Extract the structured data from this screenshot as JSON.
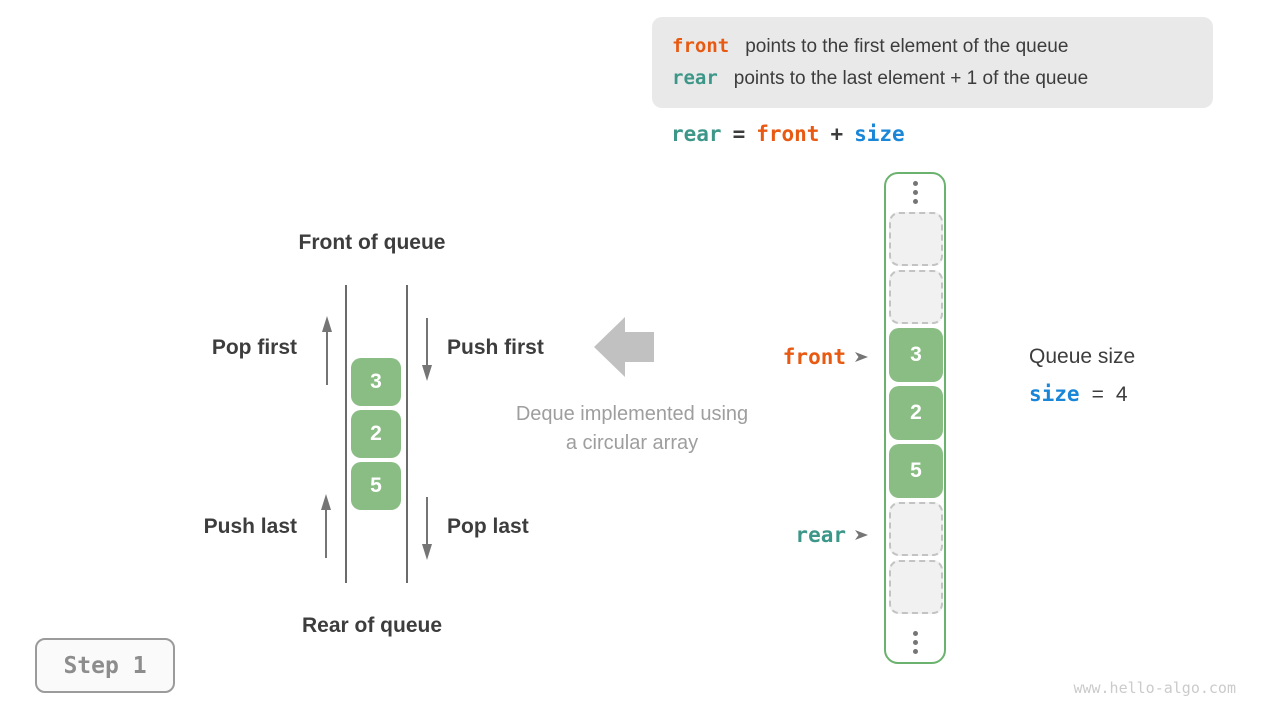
{
  "colors": {
    "front_orange": "#e85a12",
    "rear_teal": "#3d9789",
    "size_blue": "#1986d8",
    "cell_green": "#8abd84",
    "array_border_green": "#6cb26f",
    "text_dark": "#3d3d3d",
    "caption_gray": "#9e9e9e",
    "legend_bg": "#e9e9e9",
    "block_arrow_gray": "#c1c1c1"
  },
  "icons": {
    "pointer_arrowhead": "➤",
    "vertical_ellipsis": "⋮",
    "up_arrow": "↑",
    "down_arrow": "↓",
    "left_block_arrow": "⬅"
  },
  "legend_box": {
    "lines": [
      {
        "code": "front",
        "text": "points to the first element of the queue"
      },
      {
        "code": "rear",
        "text": "points to the last element + 1 of the queue"
      }
    ]
  },
  "formula": {
    "lhs": "rear",
    "eq": "=",
    "a": "front",
    "op": "+",
    "b": "size"
  },
  "deque_diagram": {
    "front_label": "Front of queue",
    "rear_label": "Rear of queue",
    "op_pop_first": "Pop first",
    "op_push_first": "Push first",
    "op_push_last": "Push last",
    "op_pop_last": "Pop last",
    "cells": [
      "3",
      "2",
      "5"
    ],
    "caption_line1": "Deque implemented using",
    "caption_line2": "a circular array"
  },
  "array_diagram": {
    "cells": [
      {
        "value": "",
        "state": "empty"
      },
      {
        "value": "",
        "state": "empty"
      },
      {
        "value": "3",
        "state": "filled"
      },
      {
        "value": "2",
        "state": "filled"
      },
      {
        "value": "5",
        "state": "filled"
      },
      {
        "value": "",
        "state": "empty"
      },
      {
        "value": "",
        "state": "empty"
      }
    ],
    "front_pointer": "front",
    "rear_pointer": "rear"
  },
  "queue_size": {
    "label": "Queue size",
    "var": "size",
    "eq": "=",
    "value": "4"
  },
  "step_badge": {
    "label": "Step 1"
  },
  "watermark": "www.hello-algo.com"
}
